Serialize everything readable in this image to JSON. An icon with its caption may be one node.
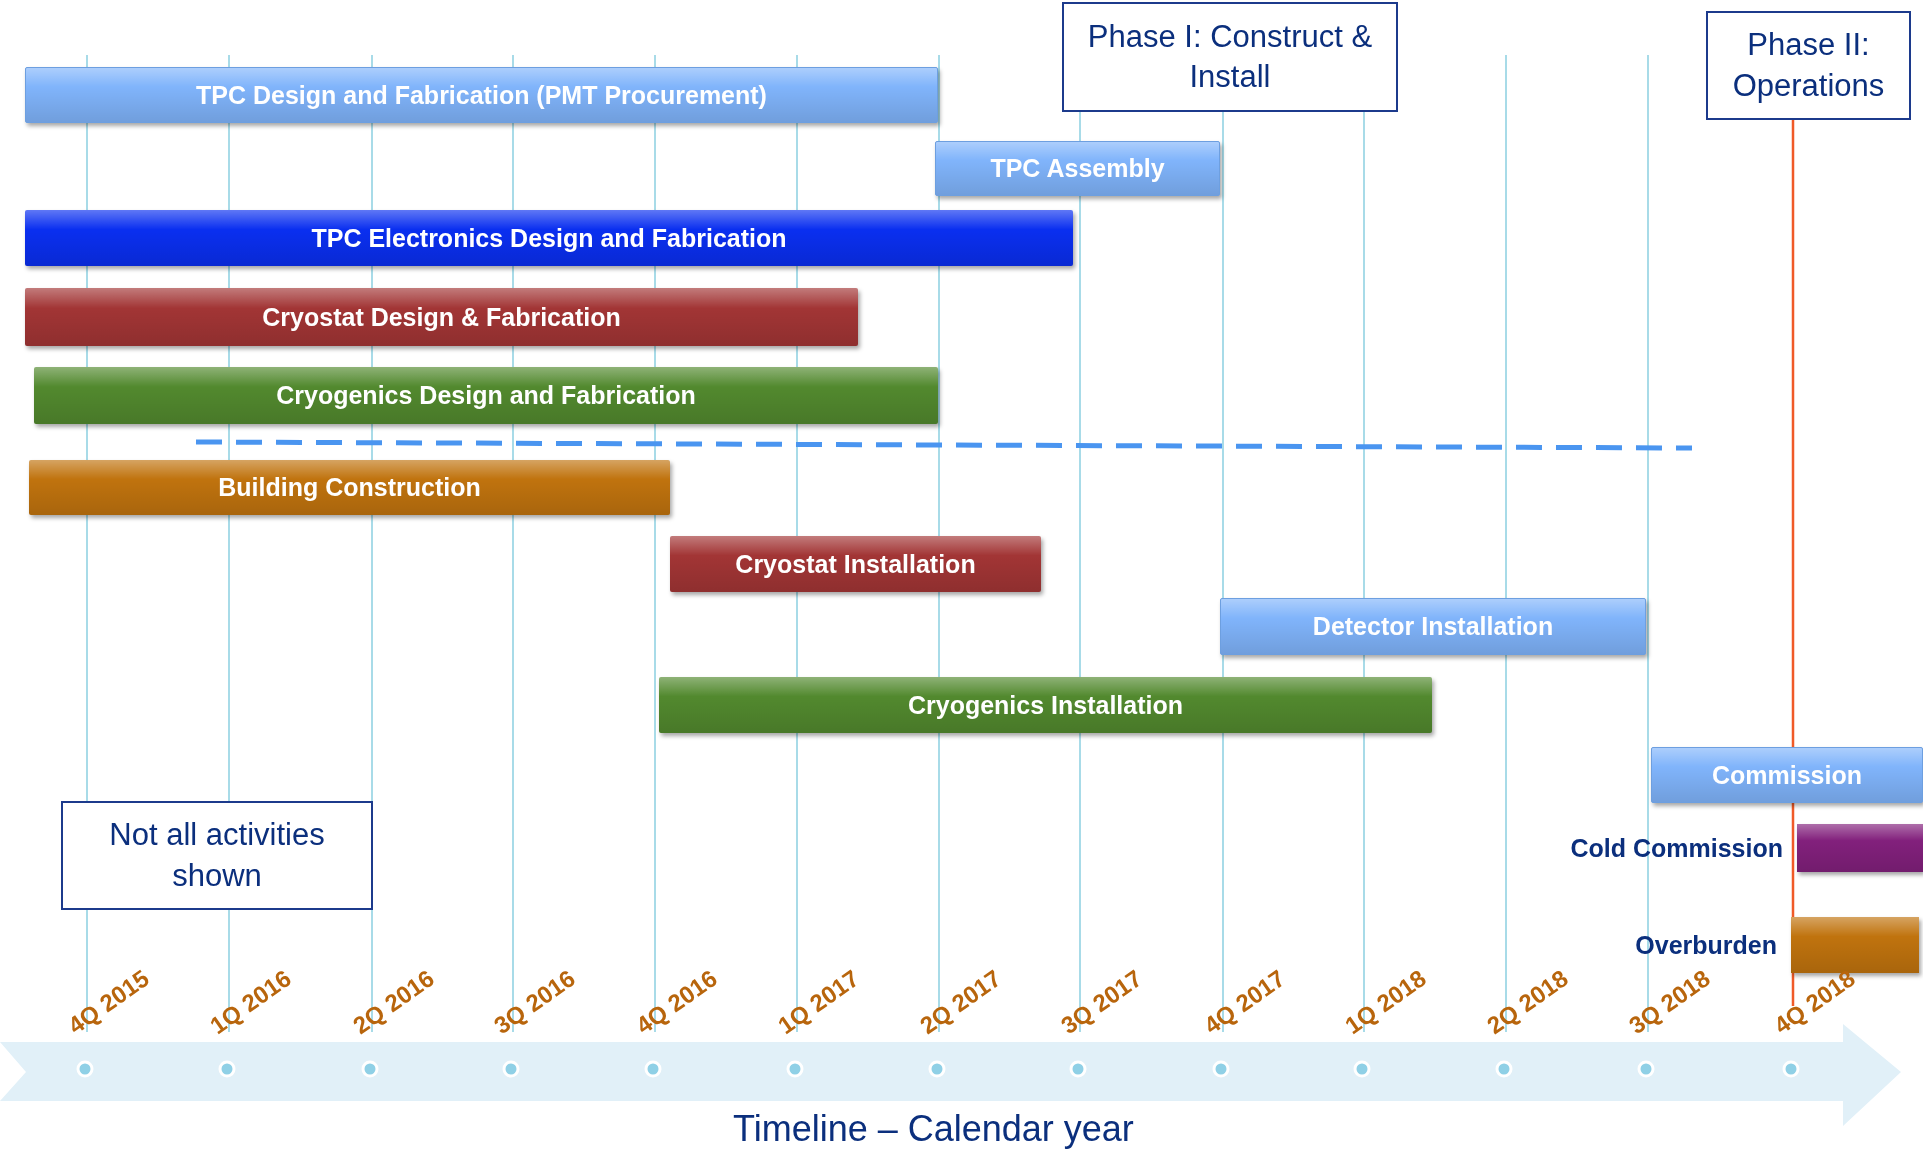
{
  "diagram": {
    "nodes": [
      {
        "text": [
          "Phase I: Construct & Install"
        ]
      },
      {
        "text": [
          "Phase II: Operations"
        ]
      },
      {
        "text": [
          "TPC Design and Fabrication (PMT Procurement)"
        ]
      },
      {
        "text": [
          "TPC Assembly"
        ]
      },
      {
        "text": [
          "TPC Electronics Design and Fabrication"
        ]
      },
      {
        "text": [
          "Cryostat Design & Fabrication"
        ]
      },
      {
        "text": [
          "Cryogenics Design and Fabrication"
        ]
      },
      {
        "text": [
          "Building Construction"
        ]
      },
      {
        "text": [
          "Cryostat Installation"
        ]
      },
      {
        "text": [
          "Detector Installation"
        ]
      },
      {
        "text": [
          "Cryogenics Installation"
        ]
      },
      {
        "text": [
          "Commission"
        ]
      },
      {
        "text": [
          "Not all activities shown"
        ]
      },
      {
        "text": [
          "Cold Commission"
        ]
      },
      {
        "text": [
          "Overburden"
        ]
      }
    ],
    "labels": [
      "4Q 2015",
      "1Q 2016",
      "2Q 2016",
      "3Q 2016",
      "4Q 2016",
      "1Q 2017",
      "2Q 2017",
      "3Q 2017",
      "4Q 2017",
      "1Q 2018",
      "2Q 2018",
      "3Q 2018",
      "4Q 2018",
      "Timeline – Calendar year"
    ]
  }
}
